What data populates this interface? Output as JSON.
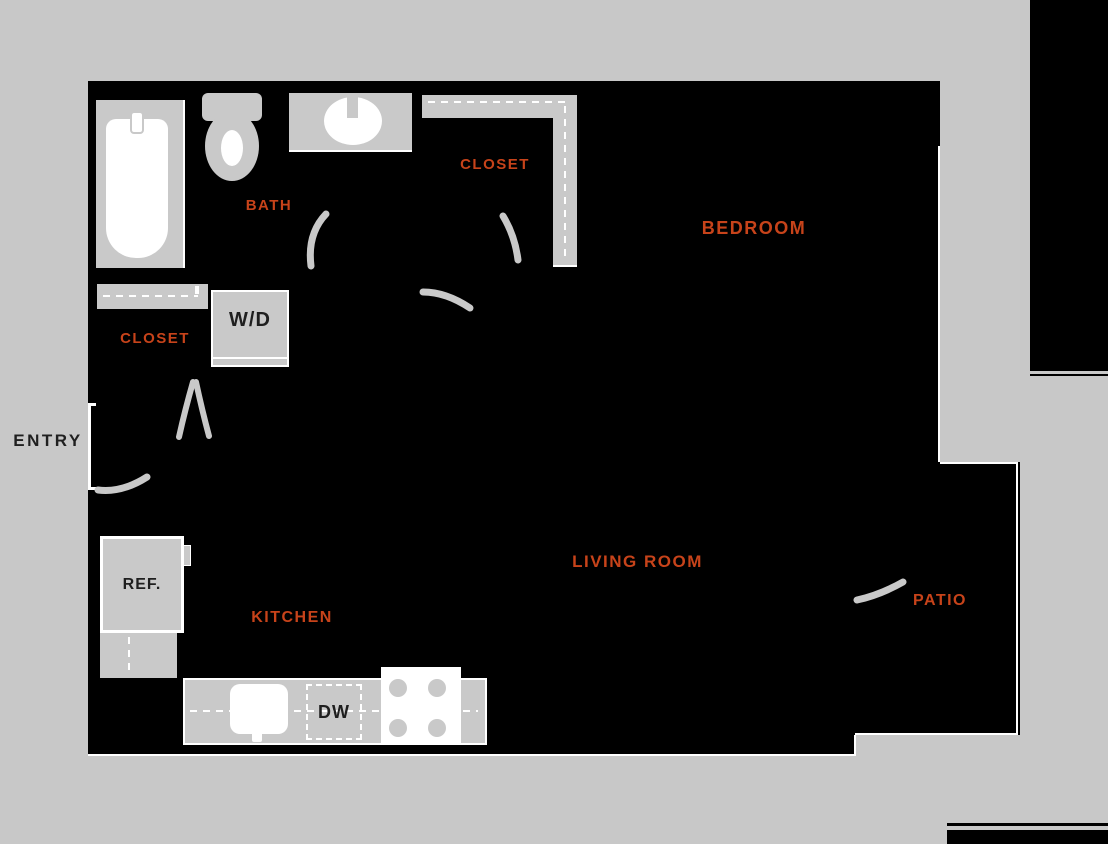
{
  "colors": {
    "page_background": "#c8c8c8",
    "floor_black": "#000000",
    "fixture_gray": "#c9c9c9",
    "outline_white": "#ffffff",
    "room_label_orange": "#c7431a",
    "fixture_label_black": "#1f1f1f"
  },
  "labels": {
    "entry": "ENTRY",
    "bath": "BATH",
    "closet_bath": "CLOSET",
    "closet_entry": "CLOSET",
    "bedroom": "BEDROOM",
    "living_room": "LIVING ROOM",
    "kitchen": "KITCHEN",
    "patio": "PATIO",
    "washer_dryer": "W/D",
    "refrigerator": "REF.",
    "dishwasher": "DW"
  }
}
